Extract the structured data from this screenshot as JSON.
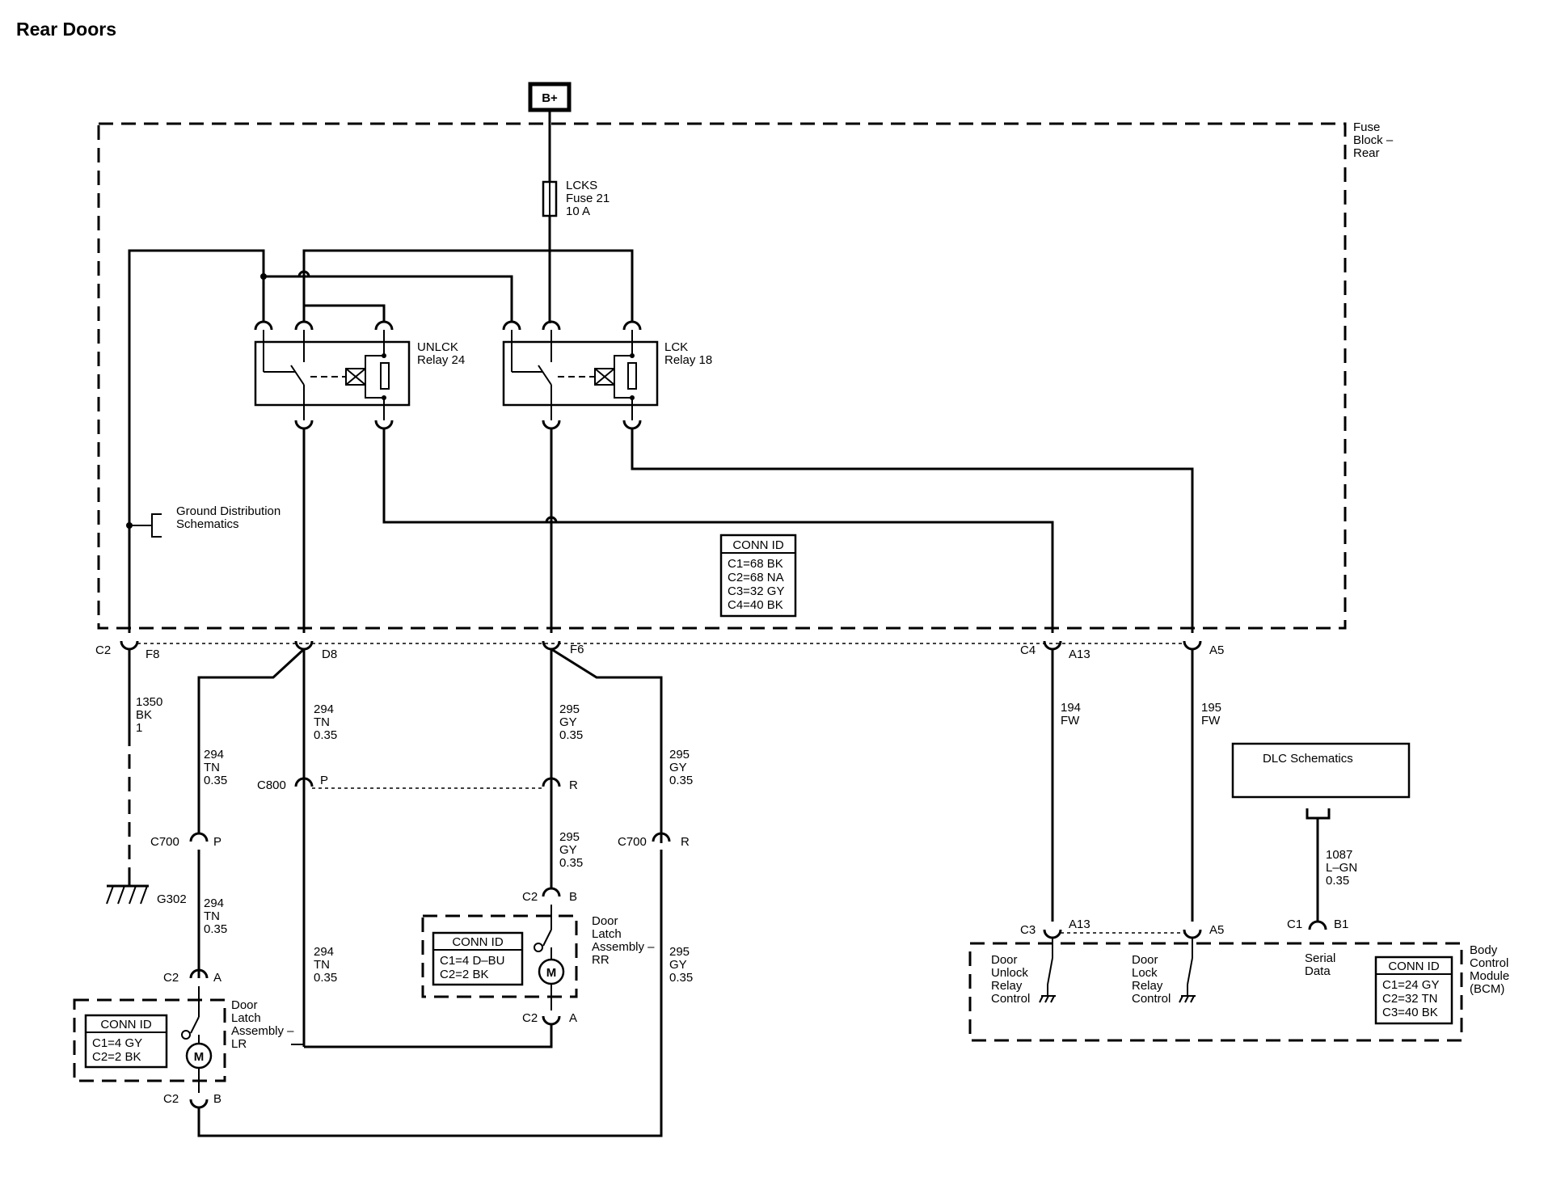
{
  "title": "Rear Doors",
  "power": "B+",
  "fuse_block": {
    "label_1": "Fuse",
    "label_2": "Block –",
    "label_3": "Rear"
  },
  "fuse": {
    "line_1": "LCKS",
    "line_2": "Fuse 21",
    "line_3": "10 A"
  },
  "relay_unlock": {
    "line_1": "UNLCK",
    "line_2": "Relay 24"
  },
  "relay_lock": {
    "line_1": "LCK",
    "line_2": "Relay 18"
  },
  "ground_dist": {
    "line_1": "Ground Distribution",
    "line_2": "Schematics"
  },
  "conn_id_fuse_block": {
    "header": "CONN ID",
    "lines": [
      "C1=68 BK",
      "C2=68 NA",
      "C3=32 GY",
      "C4=40 BK"
    ]
  },
  "connectors": {
    "c2": "C2",
    "f8": "F8",
    "d8": "D8",
    "f6": "F6",
    "c4": "C4",
    "a13": "A13",
    "a5": "A5",
    "c800": "C800",
    "p": "P",
    "r": "R",
    "c700_left": "C700",
    "c700_right": "C700",
    "c700_p": "P",
    "c700_r": "R",
    "rr_c2_b": "C2",
    "rr_b": "B",
    "rr_c2_a": "C2",
    "rr_a": "A",
    "lr_c2_a": "C2",
    "lr_a": "A",
    "lr_c2_b": "C2",
    "lr_b": "B",
    "bcm_c3": "C3",
    "bcm_a13": "A13",
    "bcm_a5": "A5",
    "bcm_c1": "C1",
    "bcm_b1": "B1"
  },
  "wires": {
    "w1350": [
      "1350",
      "BK",
      "1"
    ],
    "w294_top": [
      "294",
      "TN",
      "0.35"
    ],
    "w295_top": [
      "295",
      "GY",
      "0.35"
    ],
    "w294_left": [
      "294",
      "TN",
      "0.35"
    ],
    "w295_right": [
      "295",
      "GY",
      "0.35"
    ],
    "w295_mid": [
      "295",
      "GY",
      "0.35"
    ],
    "w294_lower_left": [
      "294",
      "TN",
      "0.35"
    ],
    "w294_lower_mid": [
      "294",
      "TN",
      "0.35"
    ],
    "w295_lower_right": [
      "295",
      "GY",
      "0.35"
    ],
    "w194": [
      "194",
      "FW"
    ],
    "w195": [
      "195",
      "FW"
    ],
    "w1087": [
      "1087",
      "L–GN",
      "0.35"
    ]
  },
  "ground": "G302",
  "latch_rr": {
    "lines": [
      "Door",
      "Latch",
      "Assembly –",
      "RR"
    ],
    "conn_header": "CONN ID",
    "conn_lines": [
      "C1=4 D–BU",
      "C2=2 BK"
    ]
  },
  "latch_lr": {
    "lines": [
      "Door",
      "Latch",
      "Assembly –",
      "LR"
    ],
    "conn_header": "CONN ID",
    "conn_lines": [
      "C1=4 GY",
      "C2=2 BK"
    ]
  },
  "motor_symbol": "M",
  "dlc": "DLC Schematics",
  "bcm": {
    "unlock": [
      "Door",
      "Unlock",
      "Relay",
      "Control"
    ],
    "lock": [
      "Door",
      "Lock",
      "Relay",
      "Control"
    ],
    "serial": [
      "Serial",
      "Data"
    ],
    "module": [
      "Body",
      "Control",
      "Module",
      "(BCM)"
    ],
    "conn_header": "CONN ID",
    "conn_lines": [
      "C1=24 GY",
      "C2=32 TN",
      "C3=40 BK"
    ]
  }
}
